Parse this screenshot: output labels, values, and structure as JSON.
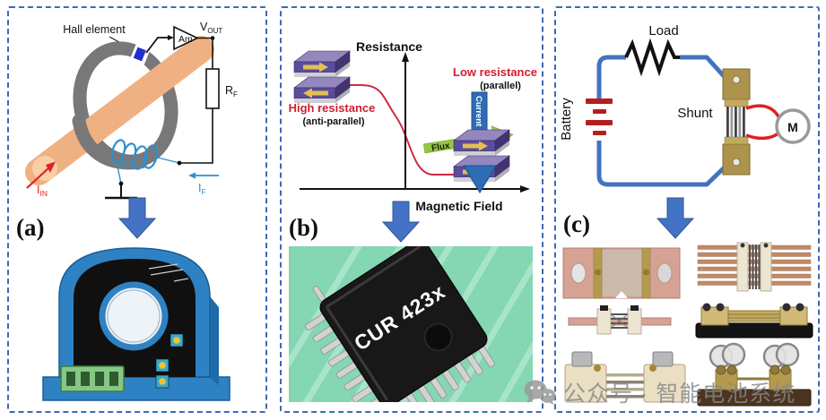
{
  "panel_a": {
    "label": "(a)",
    "hall_element_label": "Hall element",
    "amp_label": "Am",
    "vout": {
      "main": "V",
      "sub": "OUT"
    },
    "rf": {
      "main": "R",
      "sub": "F"
    },
    "iin": {
      "main": "I",
      "sub": "IN"
    },
    "if": {
      "main": "I",
      "sub": "F"
    }
  },
  "panel_b": {
    "label": "(b)",
    "y_axis_label": "Resistance",
    "x_axis_label": "Magnetic Field",
    "high_resistance": "High resistance",
    "high_resistance_sub": "(anti-parallel)",
    "low_resistance": "Low resistance",
    "low_resistance_sub": "(parallel)",
    "current_label": "Current",
    "flux_label": "Flux",
    "chip_label": "CUR 423x"
  },
  "panel_c": {
    "label": "(c)",
    "load_label": "Load",
    "battery_label": "Battery",
    "shunt_label": "Shunt",
    "meter_label": "M"
  },
  "watermark": {
    "text": "公众号 · 智能电池系统"
  },
  "colors": {
    "border_blue": "#3f68b6",
    "arrow_blue": "#4472c4",
    "wire_blue": "#4272c0",
    "signal_red": "#e02020",
    "curve_red": "#cc2a44",
    "copper": "#f0b182",
    "core_gray": "#787878",
    "coil_blue": "#2e8fd0",
    "chip_green_bg": "#85d6b2",
    "slab_purple": "#5c4c9c"
  }
}
